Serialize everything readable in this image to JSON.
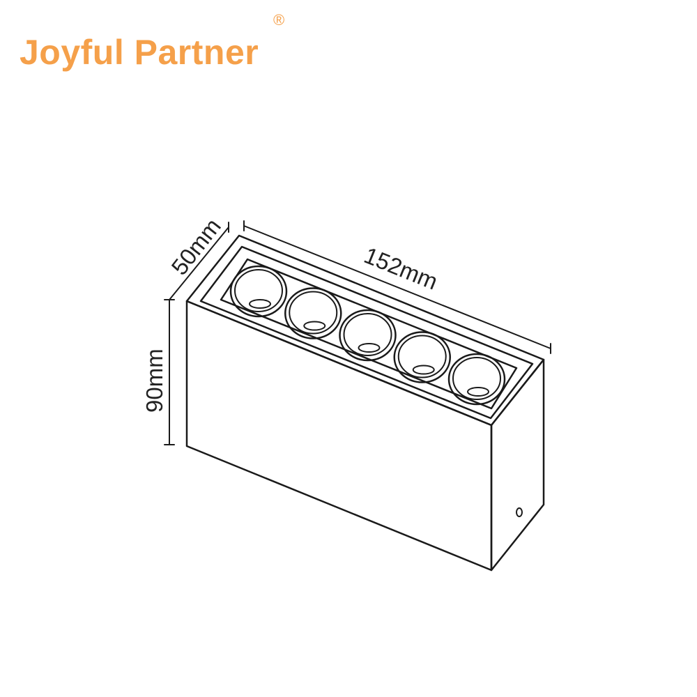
{
  "brand": {
    "name": "Joyful Partner",
    "registered_mark": "®",
    "color": "#F5A04A"
  },
  "product": {
    "lens_count": 5,
    "line_color": "#1a1a1a"
  },
  "dimensions": {
    "depth": "50mm",
    "length": "152mm",
    "height": "90mm"
  }
}
